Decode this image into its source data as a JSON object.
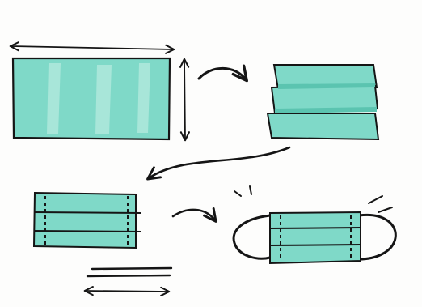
{
  "illustration": {
    "subject": "diy-fabric-face-mask-steps",
    "colors": {
      "fabric": "#7fd9c8",
      "fabric_light": "#a8e6d9",
      "fabric_dark": "#5bc4b0",
      "ink": "#151515",
      "background": "#fdfdfc"
    },
    "steps": [
      {
        "step": 1,
        "icon": "fabric-rectangle-with-dimension-arrows"
      },
      {
        "step": 2,
        "icon": "pleated-fabric"
      },
      {
        "step": 3,
        "icon": "stitched-pleated-rectangle-with-elastic-strips"
      },
      {
        "step": 4,
        "icon": "finished-mask-with-ear-loops"
      }
    ],
    "connectors": [
      "curved-arrow-right",
      "curved-arrow-down-left",
      "curved-arrow-right"
    ]
  }
}
